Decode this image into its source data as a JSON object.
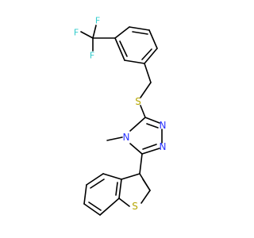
{
  "colors": {
    "bond": "#000000",
    "carbon": "#000000",
    "fluorine": "#33cccc",
    "sulfur": "#b5a600",
    "nitrogen": "#2b35ff",
    "background": "#ffffff"
  },
  "atoms": {
    "F1": "F",
    "F2": "F",
    "F3": "F",
    "S_thioether": "S",
    "N_ring_top": "N",
    "N_ring_bottom": "N",
    "N_methyl": "N",
    "S_thiophene": "S"
  }
}
